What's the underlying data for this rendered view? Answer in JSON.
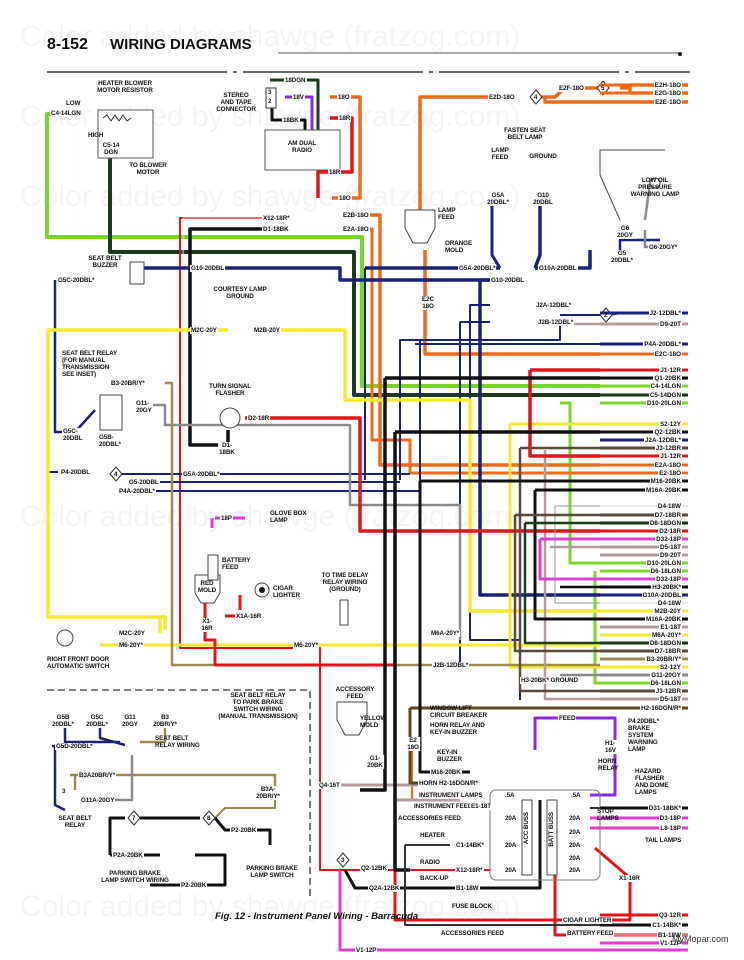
{
  "header": {
    "page_number": "8-152",
    "title": "WIRING DIAGRAMS"
  },
  "watermark": "Color added by shawge (fratzog.com)",
  "caption": "Fig. 12 -  Instrument Panel Wiring - Barracuda",
  "credit": "MyMopar.com",
  "wire_colors": {
    "O": "#f06a1c",
    "R": "#e0141a",
    "BK": "#111111",
    "LGN": "#78d628",
    "DGN": "#1d3a1d",
    "DBL": "#1c2277",
    "Y": "#f4ea30",
    "T": "#b59c9c",
    "BR": "#5a4a3e",
    "W": "#dddddd",
    "P": "#e03ed2",
    "GY": "#8a8a8a",
    "V": "#8a2be2",
    "BR/Y": "#9c8a52",
    "DGN/R": "#5c4a22"
  },
  "components": {
    "heater_resistor": "HEATER BLOWER\nMOTOR RESISTOR",
    "low": "LOW",
    "c4": "C4-14LGN",
    "high": "HIGH",
    "c5": "C5-14\nDGN",
    "to_blower": "TO BLOWER\nMOTOR",
    "stereo": "STEREO\nAND TAPE\nCONNECTOR",
    "pin3": "3",
    "pin2": "2",
    "w18dgn": "18DGN",
    "w18v": "18V",
    "w18bk": "18BK",
    "w18o": "18O",
    "w18r": "18R",
    "radio": "AM DUAL\nRADIO",
    "w18r2": "18R",
    "w18o2": "18O",
    "x12": "X12-18R*",
    "d1": "D1-18BK",
    "e2b": "E2B-18O",
    "e2a": "E2A-18O",
    "e2d": "E2D-18O",
    "e2f": "E2F-18O",
    "d4": "4",
    "d5": "5",
    "fasten": "FASTEN SEAT\nBELT  LAMP",
    "lamp_feed": "LAMP\nFEED",
    "ground": "GROUND",
    "g5a": "G5A\n20DBL*",
    "g10": "G10\n20DBL",
    "lamp_feed2": "LAMP\nFEED",
    "orange_mold": "ORANGE\nMOLD",
    "low_oil": "LOW OIL\nPRESSURE\nWARNING LAMP",
    "g6": "G6\n20GY",
    "g6b": "G6-20GY*",
    "g5": "G5\n20DBL*",
    "buzzer": "SEAT BELT\nBUZZER",
    "g5c": "G5C-20DBL*",
    "g10b": "G10-20DBL",
    "g5a2": "G5A-20DBL*",
    "g10a": "G10A-20DBL",
    "g10c": "G10-20DBL",
    "courtesy": "COURTESY LAMP\nGROUND",
    "m2c": "M2C-20Y",
    "m2b": "M2B-20Y",
    "e2c": "E2C\n18O",
    "j2a": "J2A-12DBL*",
    "j2b": "J2B-12DBL*",
    "d2dia": "2",
    "relay": "SEAT BELT RELAY\n(FOR MANUAL\nTRANSMISSION\nSEE INSET)",
    "b3": "B3-20BR/Y*",
    "g11": "G11-\n20GY",
    "g5c2": "G5C-\n20DBL",
    "g5b": "G5B-\n20DBL*",
    "flasher": "TURN SIGNAL\nFLASHER",
    "d2": "D2-18R",
    "d1b": "D1-\n18BK",
    "p4": "P4-20DBL",
    "d4b": "4",
    "g5b2": "G5-20DBL",
    "p4a": "P4A-20DBL*",
    "g5a3": "G5A-20DBL*",
    "glove": "GLOVE BOX\nLAMP",
    "w18p": "18P",
    "batt_feed": "BATTERY\nFEED",
    "red_mold": "RED\nMOLD",
    "cigar": "CIGAR\nLIGHTER",
    "x1a": "X1A-16R",
    "x1": "X1-\n16R",
    "time_delay": "TO TIME DELAY\nRELAY WIRING\n(GROUND)",
    "m2c2": "M2C-20Y",
    "m6": "M6-20Y*",
    "m6b": "M6-20Y*",
    "m6a": "M6A-20Y*",
    "door": "RIGHT FRONT DOOR\nAUTOMATIC SWITCH",
    "j2b2": "J2B-12DBL*",
    "h3": "H3-20BK* GROUND",
    "acc_feed": "ACCESSORY\nFEED",
    "yellow_mold": "YELLOW\nMOLD",
    "g1": "G1-\n20BK",
    "q4": "Q4-16T",
    "window": "WINDOW LIFT\nCIRCUIT BREAKER",
    "horn_relay": "HORN RELAY AND\nKEY-IN BUZZER",
    "feed": "FEED",
    "keyin": "KEY-IN\nBUZZER",
    "m16": "M16-20BK",
    "horn": "HORN",
    "h2": "H2-16DGN/R*",
    "inst_lamps": "INSTRUMENT LAMPS",
    "inst_feed": "INSTRUMENT FEED",
    "e1": "E1-18T",
    "acc_feed2": "ACCESSORIES FEED",
    "heater": "HEATER",
    "c1": "C1-14BK*",
    "radio2": "RADIO",
    "x12b": "X12-18R*",
    "backup": "BACK-UP",
    "b1": "B1-18W",
    "fuse_block": "FUSE BLOCK",
    "e2": "E2\n18O",
    "acc_buss": "ACC BUSS",
    "batt_buss": "BATT BUSS",
    "f1": ".5A",
    "f2": ".5A",
    "f3": "20A",
    "f4": "20A",
    "f5": "20A",
    "f6": "20A",
    "f7": "20A",
    "f8": "20A",
    "f9": "20A",
    "f10": "20A",
    "brake": "P4 20DBL*\nBRAKE\nSYSTEM\nWARNING\nLAMP",
    "h1": "H1-\n16V",
    "horn_relay2": "HORN\nRELAY",
    "hazard": "HAZARD\nFLASHER\nAND DOME\nLAMPS",
    "stop": "STOP\nLAMPS",
    "tail": "TAIL LAMPS",
    "x1b": "X1-16R",
    "cigar2": "CIGAR LIGHTER",
    "acc_feed3": "ACCESSORIES FEED",
    "batt_feed2": "BATTERY FEED",
    "q2": "Q2-12BK",
    "q2a": "Q2A-12BK",
    "d3dia": "3",
    "v1": "V1-12P"
  },
  "inset": {
    "title": "SEAT BELT RELAY\nTO PARK BRAKE\nSWITCH WIRING\n(MANUAL TRANSMISSION)",
    "g5b": "G5B\n20DBL*",
    "g5c": "G5C\n20DBL*",
    "g11": "G11\n20GY",
    "b3": "B3\n20BR/Y*",
    "relay_wiring": "SEAT BELT\nRELAY WIRING",
    "g5d": "G5D-20DBL*",
    "b3a": "B3A20BR/Y*",
    "g11a": "G11A-20GY",
    "pin3": "3",
    "relay": "SEAT BELT\nRELAY",
    "b3a2": "B3A-\n20BR/Y*",
    "d7": "7",
    "d8": "8",
    "p2": "P2-20BK",
    "p2a": "P2A-20BK",
    "pb_wiring": "PARKING BRAKE\nLAMP SWITCH WIRING",
    "p2b": "P2-20BK",
    "pb_switch": "PARKING BRAKE\nLAMP SWITCH"
  },
  "right_terminals": [
    "E2H-18O",
    "E2G-18O",
    "E2E-18O",
    "J2-12DBL*",
    "D9-20T",
    "P4A-20DBL*",
    "E2C-18O",
    "J1-12R",
    "Q1-20BK",
    "C4-14LGN",
    "C5-14DGN",
    "D10-20LGN",
    "S2-12Y",
    "Q2-12BK",
    "J2A-12DBL*",
    "J3-12BR",
    "J1-12R",
    "E2A-18O",
    "E2-18O",
    "M16-20BK",
    "M16A-20BK",
    "D4-18W",
    "D7-18BR",
    "D8-18DGN",
    "D2-18R",
    "D32-18P",
    "D5-18T",
    "D9-20T",
    "D10-20LGN",
    "D6-18LGN",
    "D32-18P",
    "H3-20BK*",
    "G10A-20DBL",
    "D4-18W",
    "M2B-20Y",
    "M16A-20BK",
    "E1-18T",
    "M6A-20Y*",
    "D8-18DGN",
    "D7-18BR",
    "B3-20BR/Y*",
    "S2-12Y",
    "G11-20GY",
    "D6-18LGN",
    "J3-12BR",
    "D5-18T",
    "H2-16DGN/R*",
    "D31-18BK*",
    "D3-18P",
    "L8-18P",
    "Q3-12R",
    "C1-14BK*",
    "B1-18W",
    "V1-12P"
  ]
}
